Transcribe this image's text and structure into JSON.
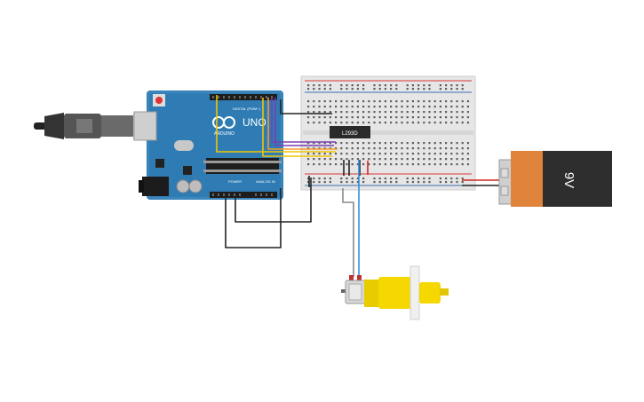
{
  "arduino": {
    "brand": "ARDUINO",
    "model": "UNO",
    "header_digital": "DIGITAL (PWM~)",
    "header_power": "POWER",
    "header_analog": "ANALOG IN"
  },
  "driver_ic": {
    "label": "L293D"
  },
  "battery": {
    "label": "9V"
  },
  "colors": {
    "board": "#2f7cb4",
    "breadboard": "#e8e8e8",
    "rail_red": "#d93636",
    "rail_blue": "#3b6fb6",
    "wire_yellow": "#f2c500",
    "wire_orange": "#f29b2e",
    "wire_purple": "#7a3fb4",
    "wire_black": "#222222",
    "wire_blue": "#2f8fd6",
    "wire_red": "#d02525",
    "motor_yellow": "#f4d800",
    "battery_orange": "#e0843b",
    "battery_body": "#2e2e2e"
  },
  "icons": [
    "usb-plug-icon",
    "reset-button-icon",
    "arduino-logo-icon",
    "dc-motor-icon",
    "battery-icon"
  ]
}
